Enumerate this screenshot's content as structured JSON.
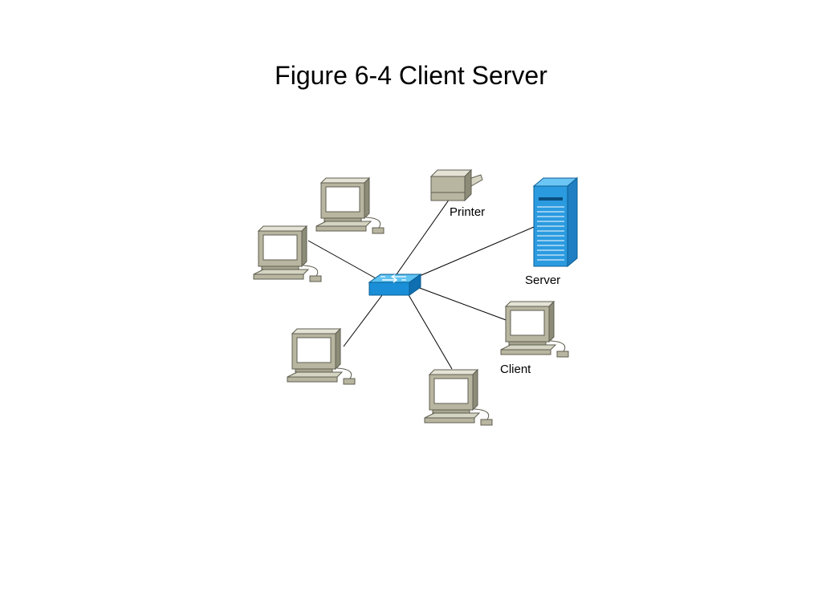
{
  "slide": {
    "title": "Figure 6-4 Client Server"
  },
  "diagram": {
    "labels": {
      "printer": "Printer",
      "server": "Server",
      "client": "Client"
    },
    "icons": {
      "switch": "switch-icon",
      "printer": "printer-icon",
      "server": "server-icon",
      "computer": "computer-icon"
    },
    "colors": {
      "device_gray": "#b8b6a0",
      "switch_blue": "#1a8fd8",
      "server_blue": "#2b9be0",
      "link": "#000000"
    }
  }
}
